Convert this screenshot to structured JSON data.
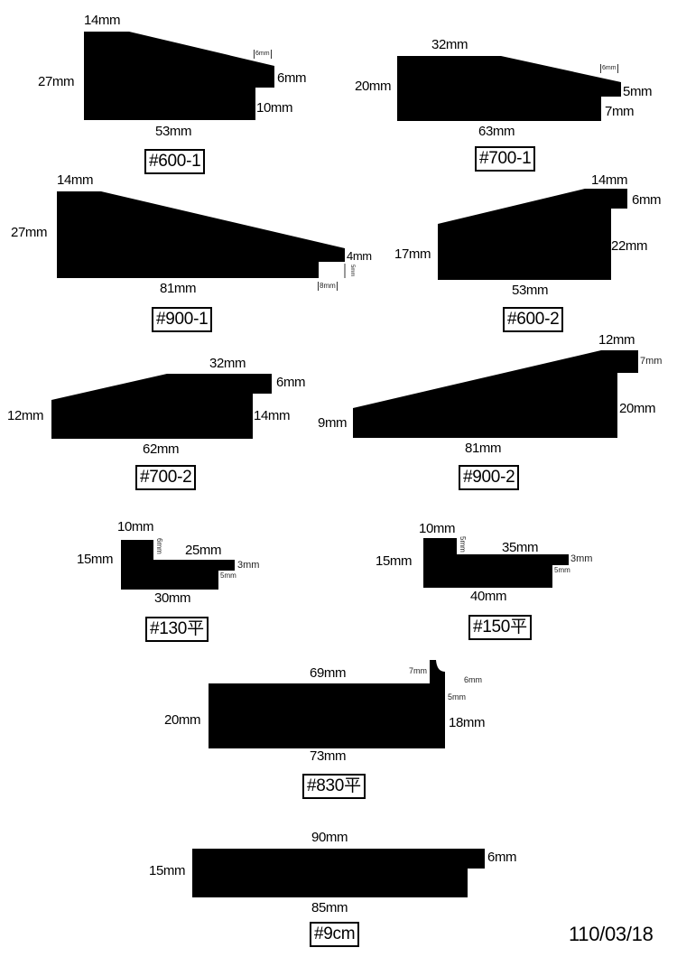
{
  "profiles": [
    {
      "code": "#600-1",
      "dims": {
        "top": "14mm",
        "left": "27mm",
        "step_small": "6mm",
        "right_upper": "6mm",
        "right_lower": "10mm",
        "bottom": "53mm"
      }
    },
    {
      "code": "#700-1",
      "dims": {
        "top": "32mm",
        "left": "20mm",
        "step_small": "6mm",
        "right_upper": "5mm",
        "right_lower": "7mm",
        "bottom": "63mm"
      }
    },
    {
      "code": "#900-1",
      "dims": {
        "top": "14mm",
        "left": "27mm",
        "right_upper": "4mm",
        "step_small_vertical": "5mm",
        "step_small": "8mm",
        "bottom": "81mm"
      }
    },
    {
      "code": "#600-2",
      "dims": {
        "top": "14mm",
        "right_upper": "6mm",
        "right_lower": "22mm",
        "left": "17mm",
        "bottom": "53mm"
      }
    },
    {
      "code": "#700-2",
      "dims": {
        "top": "32mm",
        "right_upper": "6mm",
        "right_lower": "14mm",
        "left": "12mm",
        "bottom": "62mm"
      }
    },
    {
      "code": "#900-2",
      "dims": {
        "top": "12mm",
        "right_upper": "7mm",
        "right_lower": "20mm",
        "left": "9mm",
        "bottom": "81mm"
      }
    },
    {
      "code": "#130平",
      "dims": {
        "top": "10mm",
        "inner_vertical": "6mm",
        "lip": "25mm",
        "right_upper": "3mm",
        "right_step": "5mm",
        "left": "15mm",
        "bottom": "30mm"
      }
    },
    {
      "code": "#150平",
      "dims": {
        "top": "10mm",
        "inner_vertical": "5mm",
        "lip": "35mm",
        "right_upper": "3mm",
        "right_step": "5mm",
        "left": "15mm",
        "bottom": "40mm"
      }
    },
    {
      "code": "#830平",
      "dims": {
        "top": "69mm",
        "stub_width": "7mm",
        "stub_height": "6mm",
        "stub_step": "5mm",
        "left": "20mm",
        "right_lower": "18mm",
        "bottom": "73mm"
      }
    },
    {
      "code": "#9cm",
      "dims": {
        "top": "90mm",
        "right_upper": "6mm",
        "left": "15mm",
        "bottom": "85mm"
      }
    }
  ],
  "date": "110/03/18"
}
